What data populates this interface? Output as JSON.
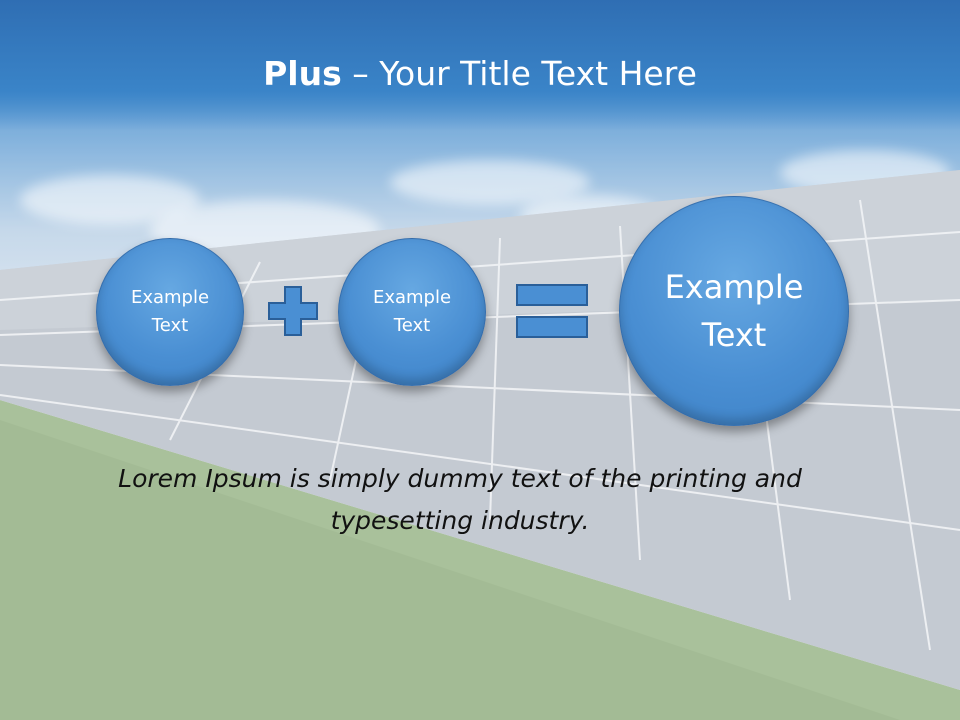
{
  "slide": {
    "title_bold": "Plus",
    "title_rest": " – Your Title Text Here",
    "circle_1": "Example\nText",
    "circle_2": "Example\nText",
    "circle_3": "Example\nText",
    "body_text": "Lorem Ipsum is simply dummy text of the printing and typesetting industry."
  },
  "colors": {
    "sky_blue": "#2f78bd",
    "circle_blue": "#4a8fd3",
    "operator_fill": "#4a8fd3",
    "operator_stroke": "#2a5f99",
    "grass": "#8fae7a",
    "panel": "#b9c0c9"
  },
  "icons": [
    "plus-icon",
    "equals-icon"
  ]
}
